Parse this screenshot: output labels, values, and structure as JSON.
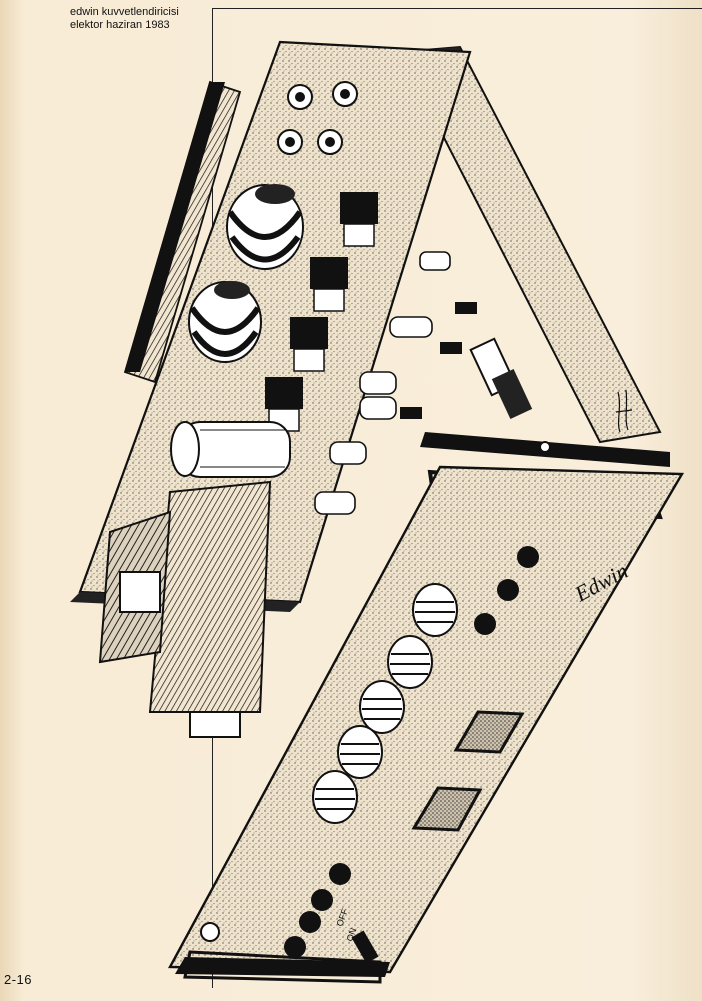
{
  "header": {
    "line1": "edwin kuvvetlendiricisi",
    "line2": "elektor haziran 1983"
  },
  "illustration": {
    "brand_text": "Edwin",
    "front_switch_off": "OFF",
    "front_switch_on": "ON"
  },
  "footer": {
    "page_number": "2-16"
  }
}
